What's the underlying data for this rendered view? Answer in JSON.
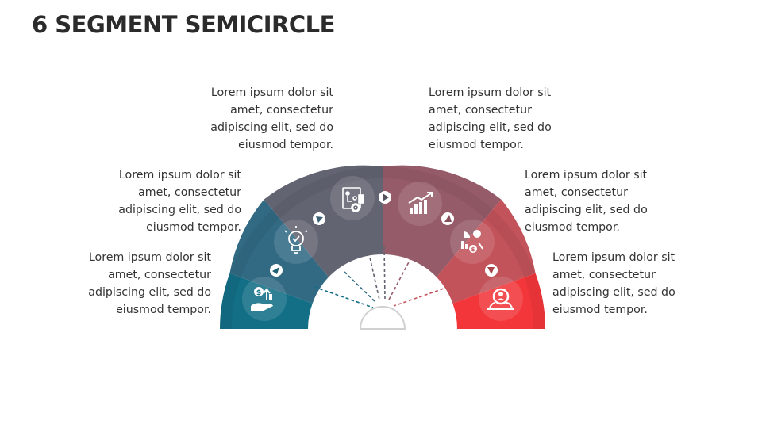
{
  "title": "6 SEGMENT SEMICIRCLE",
  "segments": [
    {
      "id": "s1",
      "color": "#136f86",
      "icon": "money-growth-icon",
      "text": "Lorem ipsum dolor sit amet, consectetur adipiscing elit, sed do eiusmod tempor."
    },
    {
      "id": "s2",
      "color": "#326a84",
      "icon": "lightbulb-check-icon",
      "text": "Lorem ipsum dolor sit amet, consectetur adipiscing elit, sed do eiusmod tempor."
    },
    {
      "id": "s3",
      "color": "#636472",
      "icon": "strategy-plan-icon",
      "text": "Lorem ipsum dolor sit amet, consectetur adipiscing elit, sed do eiusmod tempor."
    },
    {
      "id": "s4",
      "color": "#965b68",
      "icon": "growth-chart-icon",
      "text": "Lorem ipsum dolor sit amet, consectetur adipiscing elit, sed do eiusmod tempor."
    },
    {
      "id": "s5",
      "color": "#c2535a",
      "icon": "finance-analysis-icon",
      "text": "Lorem ipsum dolor sit amet, consectetur adipiscing elit, sed do eiusmod tempor."
    },
    {
      "id": "s6",
      "color": "#f2363a",
      "icon": "user-search-icon",
      "text": "Lorem ipsum dolor sit amet, consectetur adipiscing elit, sed do eiusmod tempor."
    }
  ]
}
